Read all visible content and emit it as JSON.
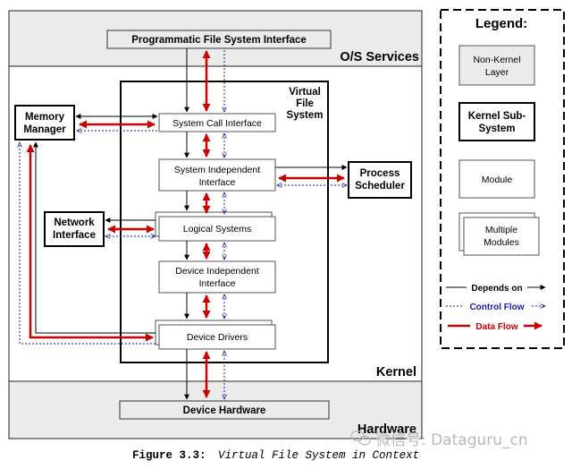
{
  "layers": {
    "os_services": "O/S Services",
    "kernel": "Kernel",
    "hardware": "Hardware"
  },
  "boxes": {
    "programmatic_fs_interface": "Programmatic File System Interface",
    "vfs_line1": "Virtual",
    "vfs_line2": "File",
    "vfs_line3": "System",
    "memory_manager_line1": "Memory",
    "memory_manager_line2": "Manager",
    "system_call_interface": "System Call Interface",
    "system_independent_line1": "System Independent",
    "system_independent_line2": "Interface",
    "process_scheduler_line1": "Process",
    "process_scheduler_line2": "Scheduler",
    "network_interface_line1": "Network",
    "network_interface_line2": "Interface",
    "logical_systems": "Logical Systems",
    "device_independent_line1": "Device Independent",
    "device_independent_line2": "Interface",
    "device_drivers": "Device Drivers",
    "device_hardware": "Device Hardware"
  },
  "legend": {
    "title": "Legend:",
    "non_kernel_line1": "Non-Kernel",
    "non_kernel_line2": "Layer",
    "kernel_sub_line1": "Kernel Sub-",
    "kernel_sub_line2": "System",
    "module": "Module",
    "multiple_line1": "Multiple",
    "multiple_line2": "Modules",
    "depends_on": "Depends on",
    "control_flow": "Control Flow",
    "data_flow": "Data Flow"
  },
  "caption": {
    "figure_label": "Figure 3.3:",
    "figure_title": "Virtual File System in Context"
  },
  "watermark": {
    "text": "微信号: Dataguru_cn"
  },
  "colors": {
    "layer_fill": "#ebebeb",
    "data_flow": "#cc0000",
    "control_flow": "#1a1aa8",
    "depends_on": "#000000"
  }
}
